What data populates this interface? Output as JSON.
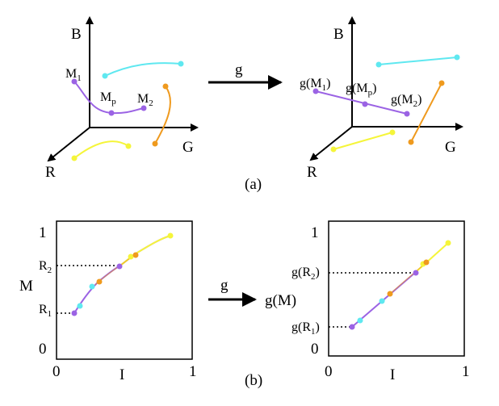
{
  "colors": {
    "cyan": "#5fe8f0",
    "purple": "#9b63e4",
    "orange": "#ef9a1e",
    "yellow": "#f5f53a",
    "axis": "#000000"
  },
  "panel_a": {
    "left": {
      "axis_b": "B",
      "axis_g": "G",
      "axis_r": "R",
      "point_m1": "M",
      "point_m1_sub": "1",
      "point_mp": "M",
      "point_mp_sub": "p",
      "point_m2": "M",
      "point_m2_sub": "2"
    },
    "mapping_label": "g",
    "right": {
      "axis_b": "B",
      "axis_g": "G",
      "axis_r": "R",
      "point_gm1": "g(M",
      "point_gm1_sub": "1",
      "point_gm1_close": ")",
      "point_gmp": "g(M",
      "point_gmp_sub": "p",
      "point_gmp_close": ")",
      "point_gm2": "g(M",
      "point_gm2_sub": "2",
      "point_gm2_close": ")"
    },
    "caption": "(a)"
  },
  "panel_b": {
    "left": {
      "y_axis_label": "M",
      "x_axis_label": "I",
      "y_tick_top": "1",
      "y_tick_bottom": "0",
      "x_tick_left": "0",
      "x_tick_right": "1",
      "r2": "R",
      "r2_sub": "2",
      "r1": "R",
      "r1_sub": "1"
    },
    "mapping_label": "g",
    "right": {
      "y_axis_label": "g(M)",
      "x_axis_label": "I",
      "y_tick_top": "1",
      "y_tick_bottom": "0",
      "x_tick_left": "0",
      "x_tick_right": "1",
      "gr2": "g(R",
      "gr2_sub": "2",
      "gr2_close": ")",
      "gr1": "g(R",
      "gr1_sub": "1",
      "gr1_close": ")"
    },
    "caption": "(b)"
  }
}
